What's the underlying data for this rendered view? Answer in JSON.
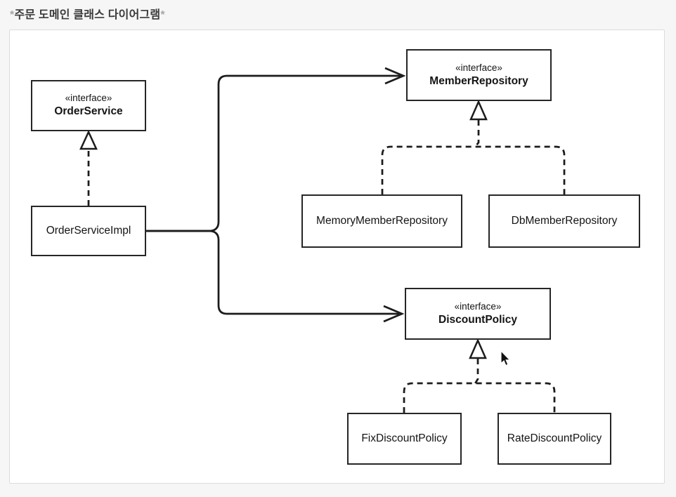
{
  "title": {
    "prefix": "*",
    "text": "주문 도메인 클래스 다이어그램",
    "suffix": "*"
  },
  "classes": {
    "order_service": {
      "stereotype": "«interface»",
      "name": "OrderService"
    },
    "order_service_impl": {
      "name": "OrderServiceImpl"
    },
    "member_repository": {
      "stereotype": "«interface»",
      "name": "MemberRepository"
    },
    "memory_member_repository": {
      "name": "MemoryMemberRepository"
    },
    "db_member_repository": {
      "name": "DbMemberRepository"
    },
    "discount_policy": {
      "stereotype": "«interface»",
      "name": "DiscountPolicy"
    },
    "fix_discount_policy": {
      "name": "FixDiscountPolicy"
    },
    "rate_discount_policy": {
      "name": "RateDiscountPolicy"
    }
  },
  "relations": {
    "order_service_impl_implements": "OrderServiceImpl ..|> OrderService",
    "order_service_impl_uses_member_repository": "OrderServiceImpl --> MemberRepository",
    "order_service_impl_uses_discount_policy": "OrderServiceImpl --> DiscountPolicy",
    "memory_member_repository_implements": "MemoryMemberRepository ..|> MemberRepository",
    "db_member_repository_implements": "DbMemberRepository ..|> MemberRepository",
    "fix_discount_policy_implements": "FixDiscountPolicy ..|> DiscountPolicy",
    "rate_discount_policy_implements": "RateDiscountPolicy ..|> DiscountPolicy"
  },
  "colors": {
    "page_background": "#f6f6f6",
    "canvas_background": "#ffffff",
    "canvas_border": "#dcdcdc",
    "line": "#1c1c1c",
    "box_border": "#262626",
    "text": "#141414",
    "title_text": "#3a3a3a",
    "title_asterisk": "#a8a8a8"
  }
}
